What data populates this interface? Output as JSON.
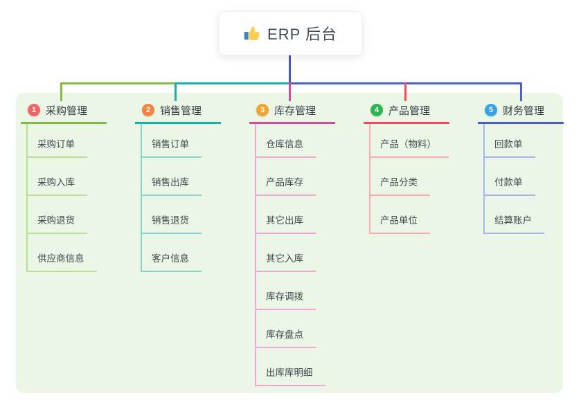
{
  "root": {
    "icon": "thumbs-up-icon",
    "label": "ERP 后台"
  },
  "branches": [
    {
      "badge": "1",
      "label": "采购管理",
      "badge_color": "#ee6666",
      "line_color": "#82bb40",
      "pale_color": "#badf92",
      "children": [
        "采购订单",
        "采购入库",
        "采购退货",
        "供应商信息"
      ]
    },
    {
      "badge": "2",
      "label": "销售管理",
      "badge_color": "#ef8540",
      "line_color": "#10b3a7",
      "pale_color": "#84d6cc",
      "children": [
        "销售订单",
        "销售出库",
        "销售退货",
        "客户信息"
      ]
    },
    {
      "badge": "3",
      "label": "库存管理",
      "badge_color": "#f0a52f",
      "line_color": "#d94a9f",
      "pale_color": "#efa6d0",
      "children": [
        "仓库信息",
        "产品库存",
        "其它出库",
        "其它入库",
        "库存调拨",
        "库存盘点",
        "出库库明细"
      ]
    },
    {
      "badge": "4",
      "label": "产品管理",
      "badge_color": "#2eb553",
      "line_color": "#ef4d5e",
      "pale_color": "#f8aab1",
      "children": [
        "产品（物料）",
        "产品分类",
        "产品单位"
      ]
    },
    {
      "badge": "5",
      "label": "财务管理",
      "badge_color": "#35a4e6",
      "line_color": "#4a5ed0",
      "pale_color": "#a6b6ea",
      "children": [
        "回款单",
        "付款单",
        "结算账户"
      ]
    }
  ],
  "connector": {
    "root_line_color": "#4456cb"
  },
  "canvas": {
    "background": "#ffffff",
    "panel_background": "#ecf6e6"
  }
}
